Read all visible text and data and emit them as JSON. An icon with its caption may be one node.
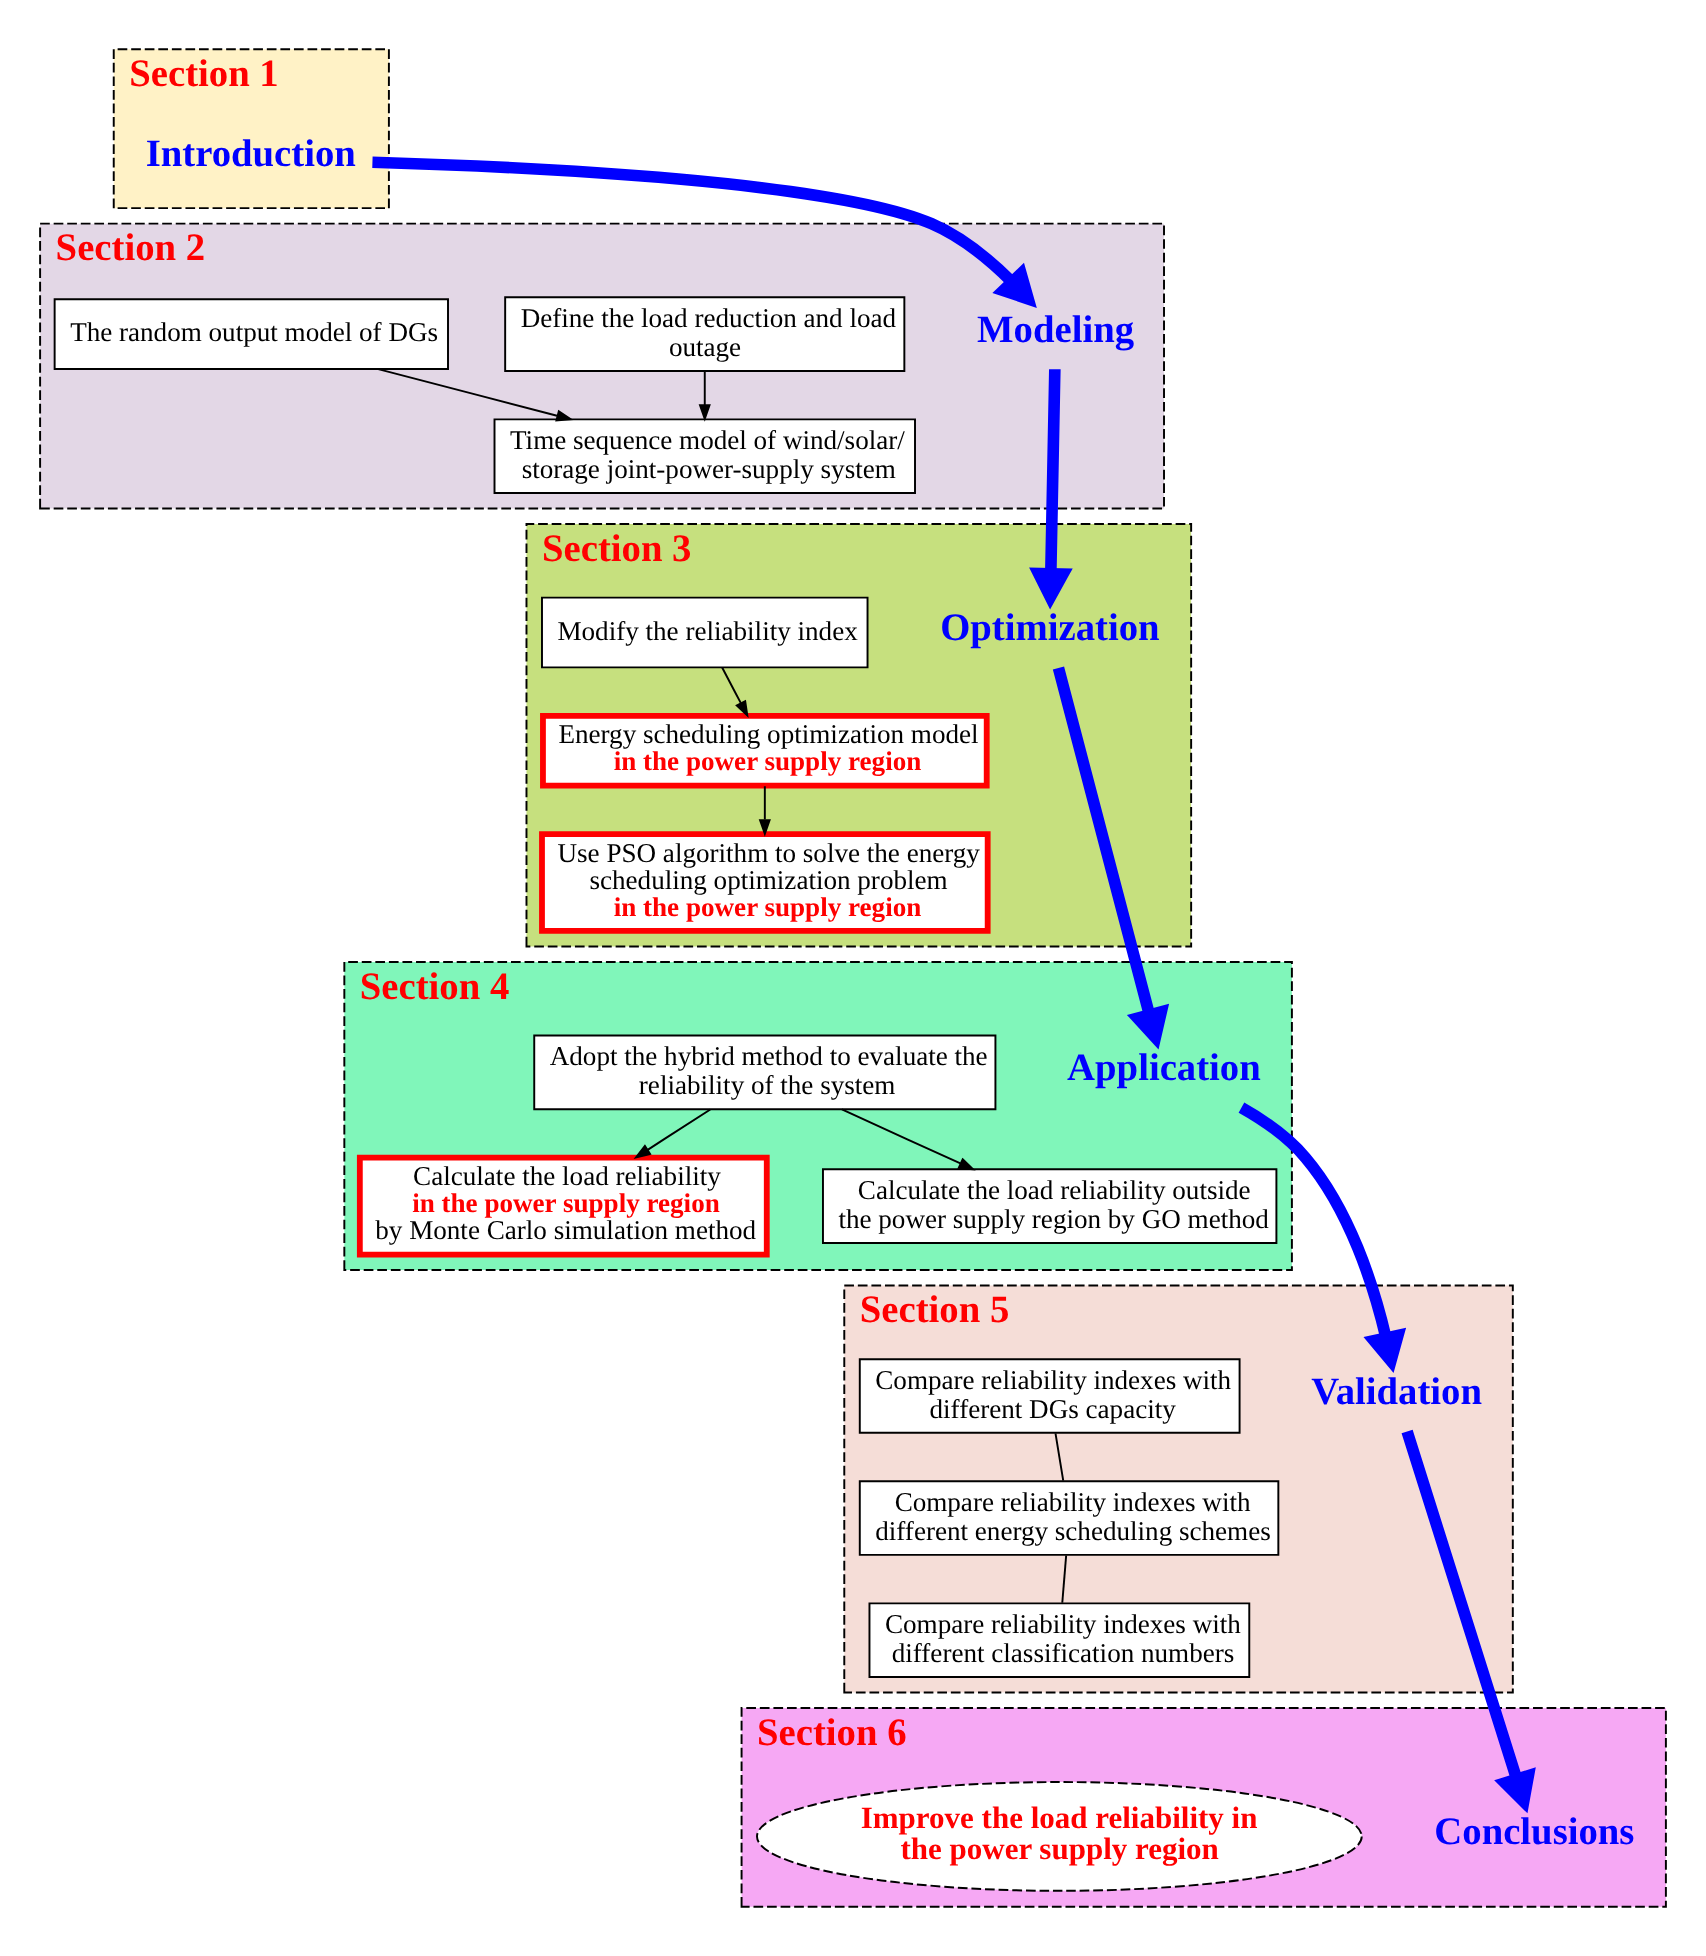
{
  "diagram": {
    "nodes": [
      {
        "text": [
          "Section 1"
        ]
      },
      {
        "text": [
          "Introduction"
        ],
        "in": 0
      },
      {
        "text": [
          "Section 2"
        ]
      },
      {
        "text": [
          "The random output model of DGs"
        ],
        "in": 2
      },
      {
        "text": [
          "Define the load reduction and load outage"
        ],
        "in": 2
      },
      {
        "text": [
          "Time sequence model of wind/solar/ storage joint-power-supply system"
        ],
        "in": 2
      },
      {
        "text": [
          "Modeling"
        ],
        "in": 2
      },
      {
        "text": [
          "Section 3"
        ]
      },
      {
        "text": [
          "Modify the reliability index"
        ],
        "in": 7
      },
      {
        "text": [
          "Energy scheduling optimization model **in the power supply region**"
        ],
        "in": 7
      },
      {
        "text": [
          "Use PSO algorithm to solve the energy scheduling optimization problem **in the power supply region**"
        ],
        "in": 7
      },
      {
        "text": [
          "Optimization"
        ],
        "in": 7
      },
      {
        "text": [
          "Section 4"
        ]
      },
      {
        "text": [
          "Adopt the hybrid method to evaluate the reliability of the system"
        ],
        "in": 12
      },
      {
        "text": [
          "Calculate the load reliability **in the power supply region** by Monte Carlo simulation method"
        ],
        "in": 12
      },
      {
        "text": [
          "Calculate the load reliability outside the power supply region by GO method"
        ],
        "in": 12
      },
      {
        "text": [
          "Application"
        ],
        "in": 12
      },
      {
        "text": [
          "Section 5"
        ]
      },
      {
        "text": [
          "Compare reliability indexes with different DGs capacity"
        ],
        "in": 17
      },
      {
        "text": [
          "Compare reliability indexes with different energy scheduling schemes"
        ],
        "in": 17
      },
      {
        "text": [
          "Compare reliability indexes with different classification numbers"
        ],
        "in": 17
      },
      {
        "text": [
          "Validation"
        ],
        "in": 17
      },
      {
        "text": [
          "Section 6"
        ]
      },
      {
        "text": [
          "Improve the load reliability in the power supply region"
        ],
        "in": 22
      },
      {
        "text": [
          "Conclusions"
        ],
        "in": 22
      }
    ],
    "edges": [
      {
        "from": 3,
        "to": 5,
        "arrow": "to"
      },
      {
        "from": 4,
        "to": 5,
        "arrow": "to"
      },
      {
        "from": 8,
        "to": 9,
        "arrow": "to"
      },
      {
        "from": 9,
        "to": 10,
        "arrow": "to"
      },
      {
        "from": 13,
        "to": 14,
        "arrow": "to"
      },
      {
        "from": 13,
        "to": 15,
        "arrow": "to"
      },
      {
        "from": 18,
        "to": 19,
        "arrow": "none"
      },
      {
        "from": 19,
        "to": 20,
        "arrow": "none"
      },
      {
        "from": 1,
        "to": 6,
        "arrow": "to",
        "style": "thick",
        "color": "#0000ff"
      },
      {
        "from": 6,
        "to": 11,
        "arrow": "to",
        "style": "thick",
        "color": "#0000ff"
      },
      {
        "from": 11,
        "to": 16,
        "arrow": "to",
        "style": "thick",
        "color": "#0000ff"
      },
      {
        "from": 16,
        "to": 21,
        "arrow": "to",
        "style": "thick",
        "color": "#0000ff"
      },
      {
        "from": 21,
        "to": 24,
        "arrow": "to",
        "style": "thick",
        "color": "#0000ff"
      }
    ]
  }
}
